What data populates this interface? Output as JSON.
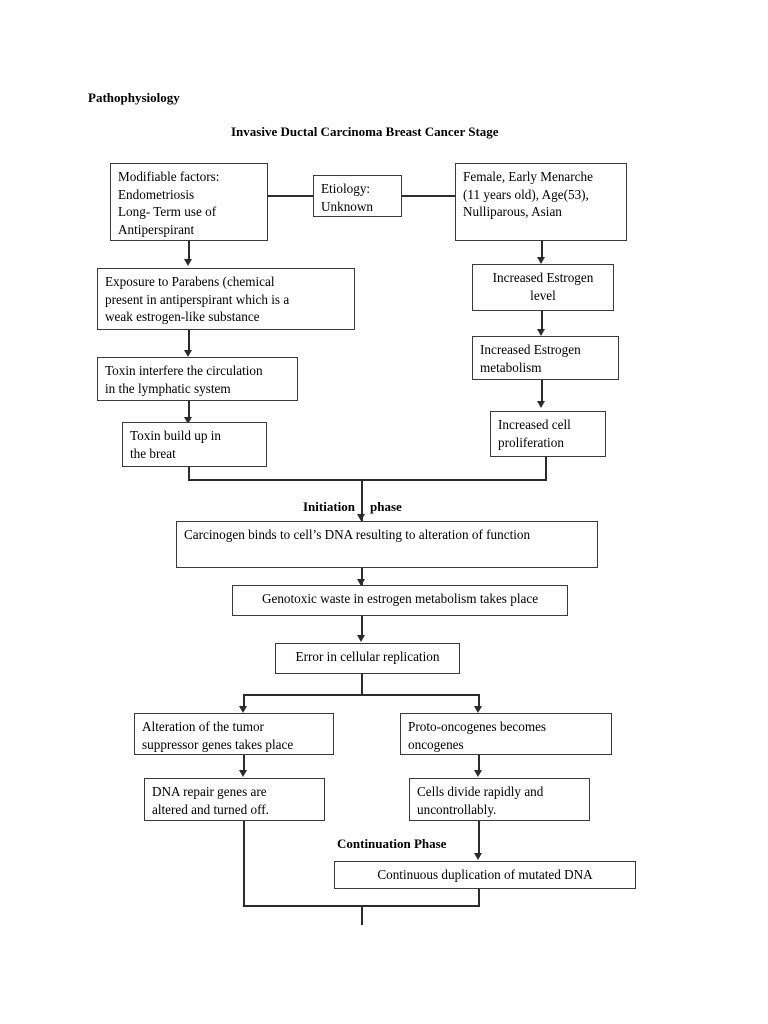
{
  "document": {
    "section_heading": "Pathophysiology",
    "title": "Invasive Ductal Carcinoma Breast Cancer Stage"
  },
  "phase_labels": {
    "initiation_left": "Initiation",
    "initiation_right": "phase",
    "continuation": "Continuation Phase"
  },
  "chart_data": {
    "type": "diagram",
    "title": "Invasive Ductal Carcinoma Breast Cancer Stage",
    "nodes": [
      {
        "id": "modifiable",
        "label": "Modifiable factors:\nEndometriosis\nLong- Term use of\nAntiperspirant"
      },
      {
        "id": "etiology",
        "label": "Etiology:\nUnknown"
      },
      {
        "id": "nonmodifiable",
        "label": "Female, Early Menarche\n(11 years old), Age(53),\nNulliparous, Asian"
      },
      {
        "id": "parabens",
        "label": "Exposure to Parabens (chemical\npresent in antiperspirant which is  a\nweak estrogen-like substance"
      },
      {
        "id": "estrogen_level",
        "label": "Increased Estrogen\nlevel"
      },
      {
        "id": "toxin_interfere",
        "label": "Toxin interfere the circulation\nin the lymphatic system"
      },
      {
        "id": "estrogen_metabolism",
        "label": "Increased Estrogen\nmetabolism"
      },
      {
        "id": "toxin_build",
        "label": "Toxin build up in\nthe breat"
      },
      {
        "id": "cell_proliferation",
        "label": "Increased cell\nproliferation"
      },
      {
        "id": "carcinogen",
        "label": "Carcinogen binds to cell’s DNA resulting to alteration of function"
      },
      {
        "id": "genotoxic",
        "label": "Genotoxic waste in estrogen metabolism takes place"
      },
      {
        "id": "error_replication",
        "label": "Error in cellular replication"
      },
      {
        "id": "tumor_suppressor",
        "label": "Alteration of the tumor\nsuppressor genes takes place"
      },
      {
        "id": "proto_oncogenes",
        "label": "Proto-oncogenes becomes\noncogenes"
      },
      {
        "id": "dna_repair",
        "label": "DNA repair genes are\naltered and turned off."
      },
      {
        "id": "cells_divide",
        "label": "Cells divide rapidly and\nuncontrollably."
      },
      {
        "id": "continuous_duplication",
        "label": "Continuous duplication of mutated DNA"
      }
    ],
    "edges": [
      {
        "from": "modifiable",
        "to": "etiology"
      },
      {
        "from": "etiology",
        "to": "nonmodifiable"
      },
      {
        "from": "modifiable",
        "to": "parabens"
      },
      {
        "from": "nonmodifiable",
        "to": "estrogen_level"
      },
      {
        "from": "parabens",
        "to": "toxin_interfere"
      },
      {
        "from": "estrogen_level",
        "to": "estrogen_metabolism"
      },
      {
        "from": "toxin_interfere",
        "to": "toxin_build"
      },
      {
        "from": "estrogen_metabolism",
        "to": "cell_proliferation"
      },
      {
        "from": "toxin_build",
        "to": "carcinogen",
        "label": "Initiation phase"
      },
      {
        "from": "cell_proliferation",
        "to": "carcinogen",
        "label": "Initiation phase"
      },
      {
        "from": "carcinogen",
        "to": "genotoxic"
      },
      {
        "from": "genotoxic",
        "to": "error_replication"
      },
      {
        "from": "error_replication",
        "to": "tumor_suppressor"
      },
      {
        "from": "error_replication",
        "to": "proto_oncogenes"
      },
      {
        "from": "tumor_suppressor",
        "to": "dna_repair"
      },
      {
        "from": "proto_oncogenes",
        "to": "cells_divide"
      },
      {
        "from": "cells_divide",
        "to": "continuous_duplication",
        "label": "Continuation Phase"
      },
      {
        "from": "dna_repair",
        "to": "continuous_duplication"
      }
    ]
  }
}
